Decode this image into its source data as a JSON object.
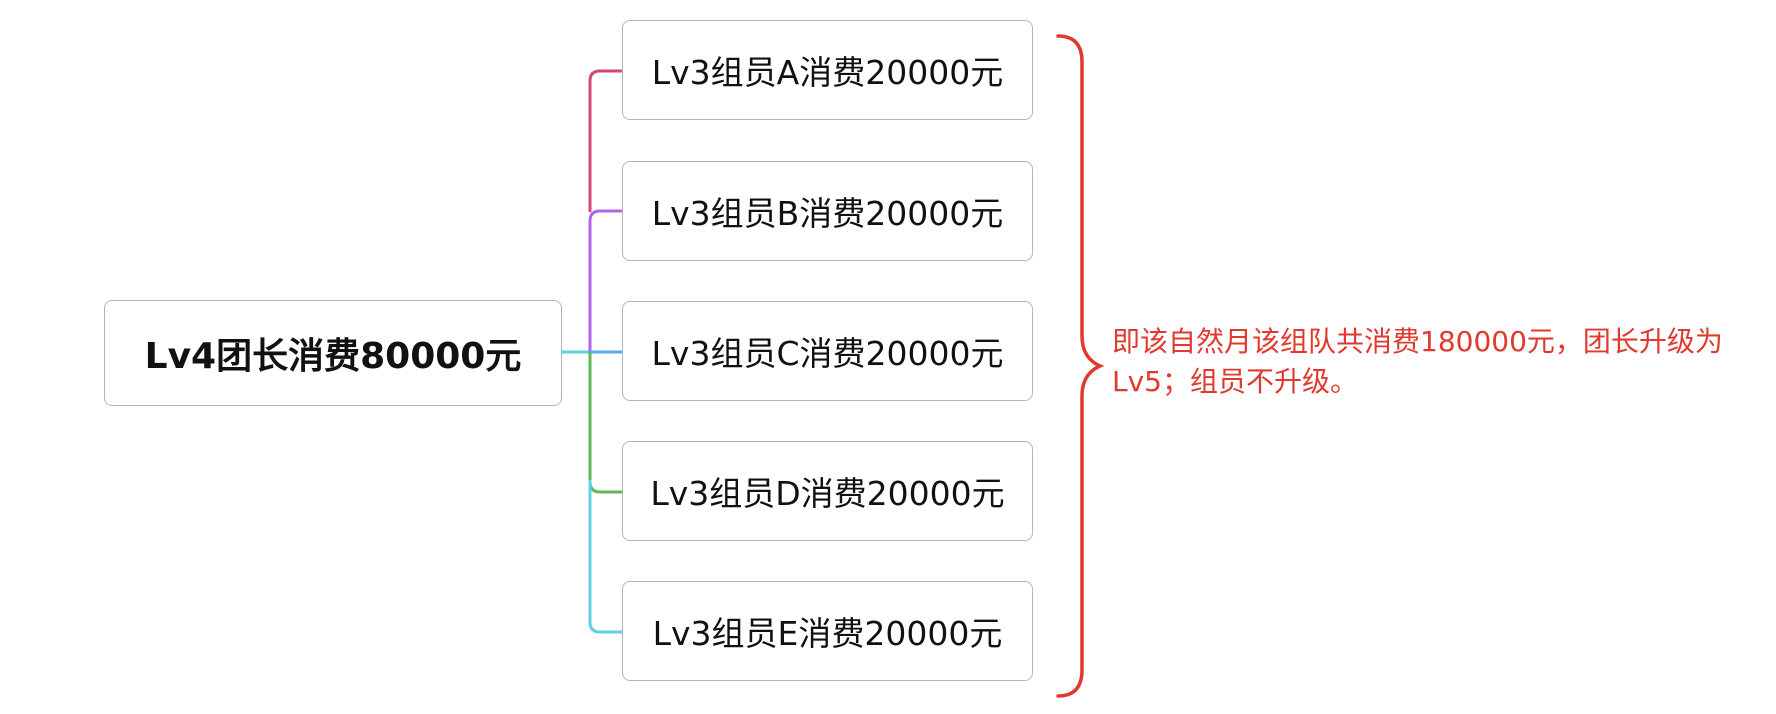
{
  "root": {
    "label": "Lv4团长消费80000元"
  },
  "members": [
    {
      "label": "Lv3组员A消费20000元",
      "color": "#d4467a"
    },
    {
      "label": "Lv3组员B消费20000元",
      "color": "#b463e6"
    },
    {
      "label": "Lv3组员C消费20000元",
      "color": "#5aaaf0"
    },
    {
      "label": "Lv3组员D消费20000元",
      "color": "#5fb85a"
    },
    {
      "label": "Lv3组员E消费20000元",
      "color": "#5fd0e6"
    }
  ],
  "note": {
    "text": "即该自然月该组队共消费180000元，团长升级为Lv5；组员不升级。",
    "color": "#e03a2f"
  },
  "trunk_color": "#5fd0e6"
}
